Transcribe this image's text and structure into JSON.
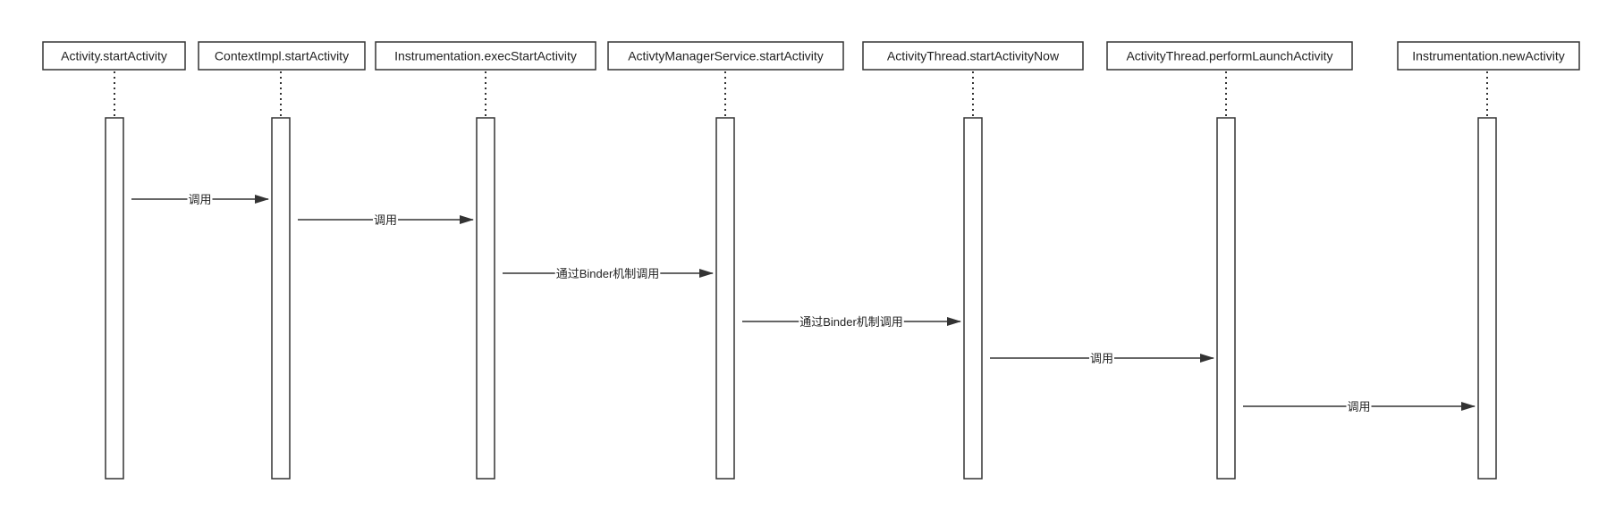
{
  "diagram": {
    "type": "sequence",
    "colors": {
      "stroke": "#333333",
      "text": "#222222",
      "background": "#ffffff"
    },
    "participants": [
      {
        "name": "Activity.startActivity"
      },
      {
        "name": "ContextImpl.startActivity"
      },
      {
        "name": "Instrumentation.execStartActivity"
      },
      {
        "name": "ActivtyManagerService.startActivity"
      },
      {
        "name": "ActivityThread.startActivityNow"
      },
      {
        "name": "ActivityThread.performLaunchActivity"
      },
      {
        "name": "Instrumentation.newActivity"
      }
    ],
    "messages": [
      {
        "from": 0,
        "to": 1,
        "label": "调用"
      },
      {
        "from": 1,
        "to": 2,
        "label": "调用"
      },
      {
        "from": 2,
        "to": 3,
        "label": "通过Binder机制调用"
      },
      {
        "from": 3,
        "to": 4,
        "label": "通过Binder机制调用"
      },
      {
        "from": 4,
        "to": 5,
        "label": "调用"
      },
      {
        "from": 5,
        "to": 6,
        "label": "调用"
      }
    ]
  }
}
